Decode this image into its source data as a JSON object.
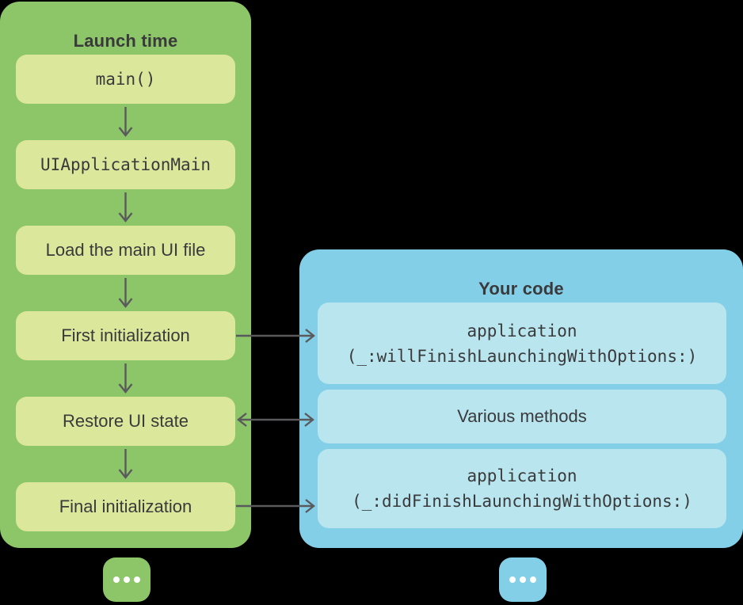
{
  "colors": {
    "background": "#000000",
    "launch_panel_bg": "#8dc569",
    "launch_box_bg": "#dbe79b",
    "code_panel_bg": "#84cfe8",
    "code_box_bg": "#b8e5ee",
    "arrow": "#5a5a5c",
    "text": "#3a3a3c",
    "ellipsis_dot": "#ffffff"
  },
  "launch_panel": {
    "title": "Launch time",
    "steps": [
      {
        "label": "main()",
        "style": "code"
      },
      {
        "label": "UIApplicationMain",
        "style": "code"
      },
      {
        "label": "Load the main UI file",
        "style": "text"
      },
      {
        "label": "First initialization",
        "style": "text"
      },
      {
        "label": "Restore UI state",
        "style": "text"
      },
      {
        "label": "Final initialization",
        "style": "text"
      }
    ],
    "more_icon": "ellipsis-icon"
  },
  "code_panel": {
    "title": "Your code",
    "items": [
      {
        "lines": [
          "application",
          "(_:willFinishLaunchingWithOptions:)"
        ],
        "style": "code"
      },
      {
        "lines": [
          "Various methods"
        ],
        "style": "text"
      },
      {
        "lines": [
          "application",
          "(_:didFinishLaunchingWithOptions:)"
        ],
        "style": "code"
      }
    ],
    "more_icon": "ellipsis-icon"
  }
}
